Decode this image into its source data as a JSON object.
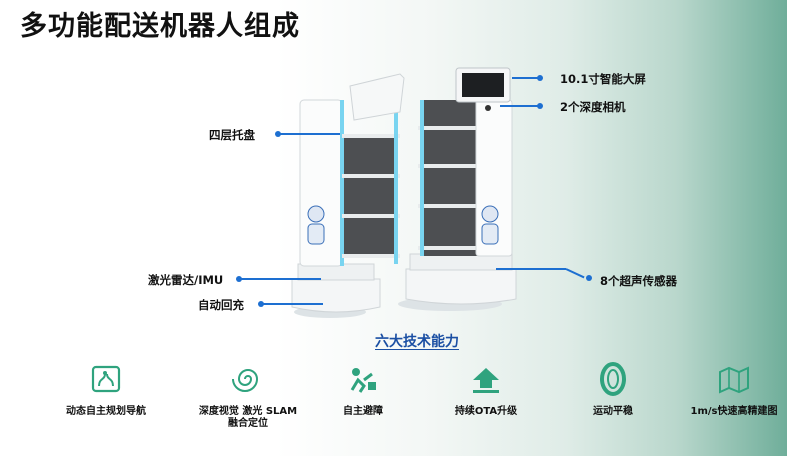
{
  "page_title": "多功能配送机器人组成",
  "callouts": {
    "trays": "四层托盘",
    "lidar": "激光雷达/IMU",
    "charging": "自动回充",
    "screen": "10.1寸智能大屏",
    "cameras": "2个深度相机",
    "ultrasonic": "8个超声传感器"
  },
  "section_title": "六大技术能力",
  "features": [
    {
      "label": "动态自主规划导航",
      "icon": "map-route-icon"
    },
    {
      "label": "深度视觉 激光 SLAM 融合定位",
      "icon": "spiral-slam-icon"
    },
    {
      "label": "自主避障",
      "icon": "obstacle-avoid-icon"
    },
    {
      "label": "持续OTA升级",
      "icon": "upload-arrow-icon"
    },
    {
      "label": "运动平稳",
      "icon": "tire-icon"
    },
    {
      "label": "1m/s快速高精建图",
      "icon": "map-build-icon"
    }
  ],
  "colors": {
    "accent_blue": "#1d6fd1",
    "section_blue": "#1b4fa3",
    "icon_green": "#2fa37e"
  }
}
